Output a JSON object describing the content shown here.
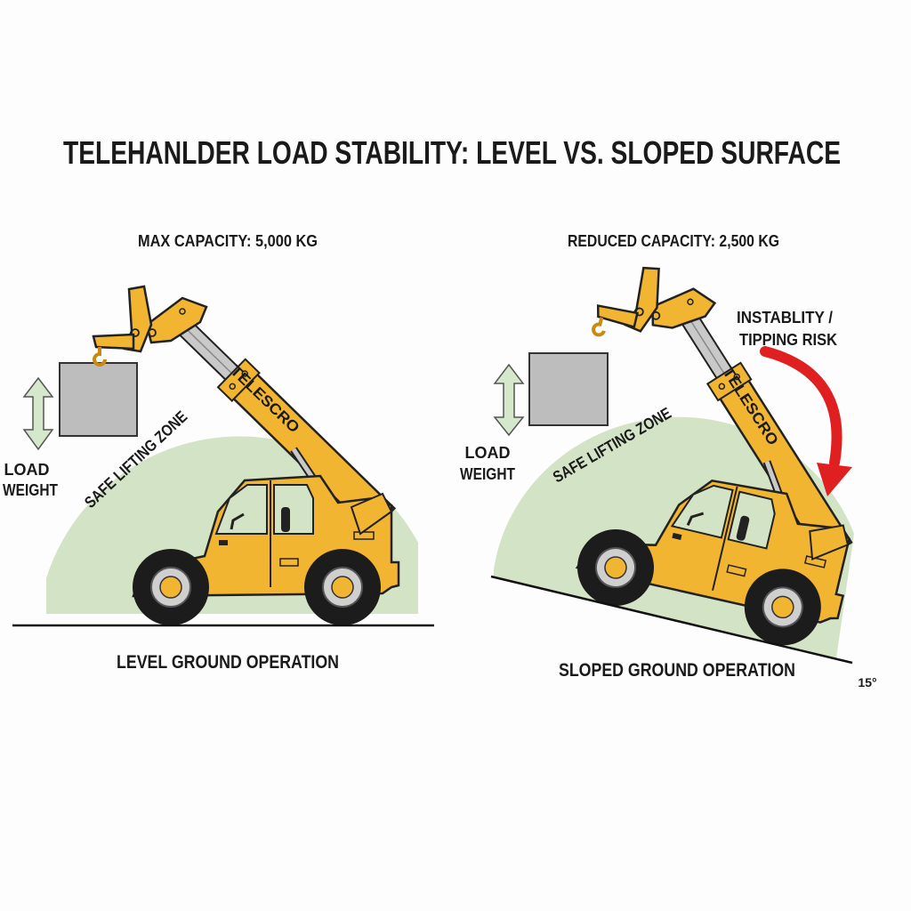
{
  "title": "TELEHANLDER LOAD STABILITY: LEVEL VS. SLOPED SURFACE",
  "left_panel": {
    "capacity": "MAX CAPACITY: 5,000 KG",
    "load_label_line1": "LOAD",
    "load_label_line2": "WEIGHT",
    "zone_label": "SAFE LIFTING ZONE",
    "caption": "LEVEL GROUND OPERATION"
  },
  "right_panel": {
    "capacity": "REDUCED CAPACITY: 2,500 KG",
    "load_label_line1": "LOAD",
    "load_label_line2": "WEIGHT",
    "zone_label": "SAFE LIFTING ZONE",
    "risk_label_line1": "INSTABLITY /",
    "risk_label_line2": "TIPPING RISK",
    "caption": "SLOPED GROUND OPERATION",
    "slope_angle": "15°"
  },
  "machine": {
    "brand": "TELESCRO"
  },
  "colors": {
    "machine_yellow": "#f2b531",
    "safe_zone_green": "#d3e3c6",
    "load_grey": "#bdbdbd",
    "risk_red": "#e02020",
    "arrow_green": "#d6e8cc"
  },
  "icons": [
    "double-arrow-up-down-icon",
    "curved-arrow-down-icon"
  ]
}
